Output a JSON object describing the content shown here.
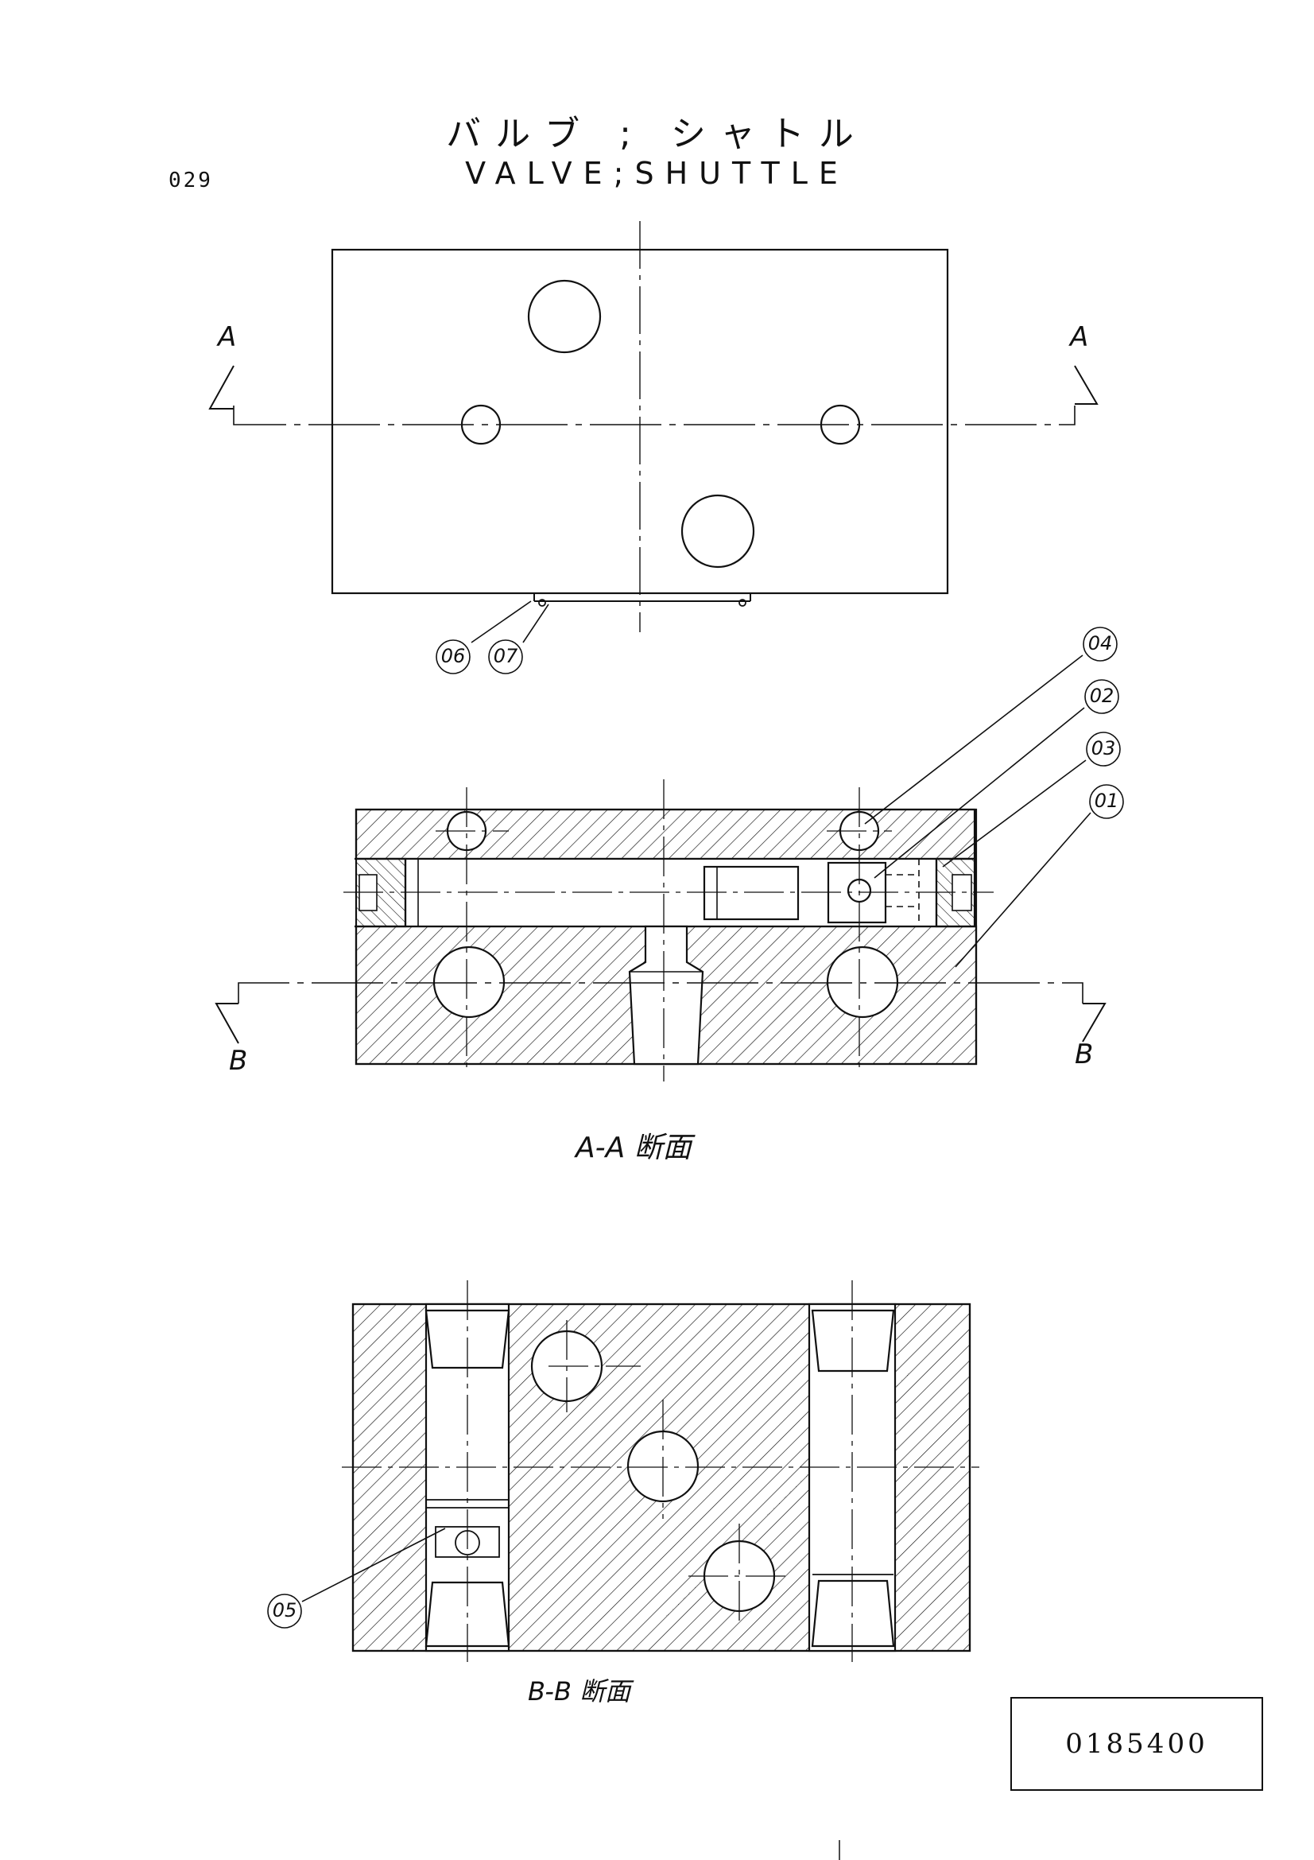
{
  "title": {
    "japanese": "バルブ ; シャトル",
    "english": "VALVE;SHUTTLE"
  },
  "page_number": "029",
  "section_marks": {
    "a_left": "A",
    "a_right": "A",
    "b_left": "B",
    "b_right": "B"
  },
  "callouts": [
    "06",
    "07",
    "04",
    "02",
    "03",
    "01",
    "05"
  ],
  "captions": {
    "section_aa": "A-A 断面",
    "section_bb": "B-B 断面"
  },
  "part_number": "0185400",
  "colors": {
    "ink": "#111111",
    "paper": "#ffffff"
  }
}
